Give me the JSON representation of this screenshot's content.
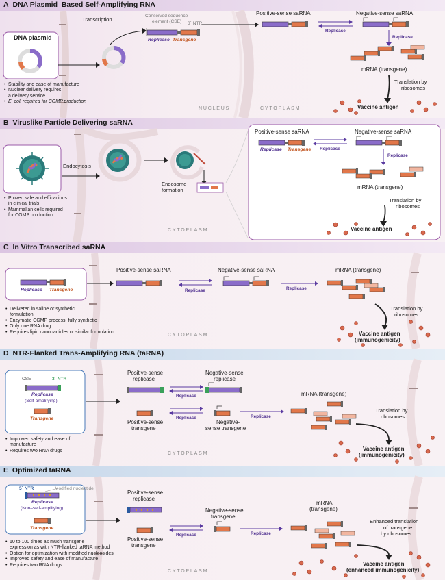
{
  "colors": {
    "purple": "#8a6cc9",
    "orange": "#e2774a",
    "band_purple": "#e6d5ea",
    "band_blue": "#d3e0ee",
    "cell_bg": "#f6ecef",
    "arrow": "#5a3aa0"
  },
  "panel_a": {
    "letter": "A",
    "title": "DNA Plasmid–Based Self-Amplifying RNA",
    "card_title": "DNA plasmid",
    "bullets": [
      "Stability and ease of manufacture",
      "Nuclear delivery requires",
      "a delivery service",
      "E. coli required for CGMP production"
    ],
    "transcription": "Transcription",
    "cse": "Conserved sequence",
    "cse2": "element (CSE)",
    "ntr": "3´ NTR",
    "replicase": "Replicase",
    "transgene": "Transgene",
    "pos": "Positive-sense saRNA",
    "neg": "Negative-sense saRNA",
    "rep_arrow": "Replicase",
    "rep_down": "Replicase",
    "mrna": "mRNA (transgene)",
    "translation": "Translation by",
    "ribosomes": "ribosomes",
    "antigen": "Vaccine antigen",
    "nucleus": "NUCLEUS",
    "cytoplasm": "CYTOPLASM"
  },
  "panel_b": {
    "letter": "B",
    "title": "Viruslike Particle Delivering saRNA",
    "endocytosis": "Endocytosis",
    "endosome": "Endosome",
    "formation": "formation",
    "bullets": [
      "Proven safe and efficacious",
      "in clinical trials",
      "Mammalian cells required",
      "for CGMP production"
    ],
    "pos": "Positive-sense saRNA",
    "neg": "Negative-sense saRNA",
    "replicase": "Replicase",
    "transgene": "Transgene",
    "rep_arrow": "Replicase",
    "rep_down": "Replicase",
    "mrna": "mRNA (transgene)",
    "translation": "Translation by",
    "ribosomes": "ribosomes",
    "antigen": "Vaccine antigen",
    "cytoplasm": "CYTOPLASM"
  },
  "panel_c": {
    "letter": "C",
    "title": "In Vitro Transcribed saRNA",
    "replicase": "Replicase",
    "transgene": "Transgene",
    "bullets": [
      "Delivered in saline or synthetic",
      "formulation",
      "Enzymatic CGMP process, fully synthetic",
      "Only one RNA drug",
      "Requires lipid nanoparticles or similar formulation"
    ],
    "pos": "Positive-sense saRNA",
    "neg": "Negative-sense saRNA",
    "rep1": "Replicase",
    "rep2": "Replicase",
    "mrna": "mRNA (transgene)",
    "translation": "Translation by",
    "ribosomes": "ribosomes",
    "antigen": "Vaccine antigen",
    "antigen2": "(immunogenicity)",
    "cytoplasm": "CYTOPLASM"
  },
  "panel_d": {
    "letter": "D",
    "title": "NTR-Flanked Trans-Amplifying RNA (taRNA)",
    "cse": "CSE",
    "ntr": "3´ NTR",
    "replicase": "Replicase",
    "self": "(Self-amplifying)",
    "transgene": "Transgene",
    "bullets": [
      "Improved safety and ease of",
      "manufacture",
      "Requires two RNA drugs"
    ],
    "pos_rep": "Positive-sense",
    "pos_rep2": "replicase",
    "neg_rep": "Negative-sense",
    "neg_rep2": "replicase",
    "pos_tg": "Positive-sense",
    "pos_tg2": "transgene",
    "neg_tg": "Negative-",
    "neg_tg2": "sense transgene",
    "rep1": "Replicase",
    "rep2": "Replicase",
    "rep3": "Replicase",
    "mrna": "mRNA (transgene)",
    "translation": "Translation by",
    "ribosomes": "ribosomes",
    "antigen": "Vaccine antigen",
    "antigen2": "(immunogenicity)",
    "cytoplasm": "CYTOPLASM"
  },
  "panel_e": {
    "letter": "E",
    "title": "Optimized taRNA",
    "ntr": "5´ NTR",
    "modified": "Modified nucleotide",
    "replicase": "Replicase",
    "nonself": "(Non–self-amplifying)",
    "transgene": "Transgene",
    "bullets": [
      "10 to 100 times as much transgene",
      "expression as with NTR-flanked taRNA method",
      "Option for optimization with modified nucleosides",
      "Improved safety and ease of manufacture",
      "Requires two RNA drugs"
    ],
    "pos_rep": "Positive-sense",
    "pos_rep2": "replicase",
    "pos_tg": "Positive-sense",
    "pos_tg2": "transgene",
    "neg_tg": "Negative-sense",
    "neg_tg2": "transgene",
    "rep1": "Replicase",
    "rep2": "Replicase",
    "mrna": "mRNA",
    "mrna2": "(transgene)",
    "enh1": "Enhanced translation",
    "enh2": "of transgene",
    "enh3": "by ribosomes",
    "antigen": "Vaccine antigen",
    "antigen2": "(enhanced immunogenicity)",
    "cytoplasm": "CYTOPLASM"
  }
}
